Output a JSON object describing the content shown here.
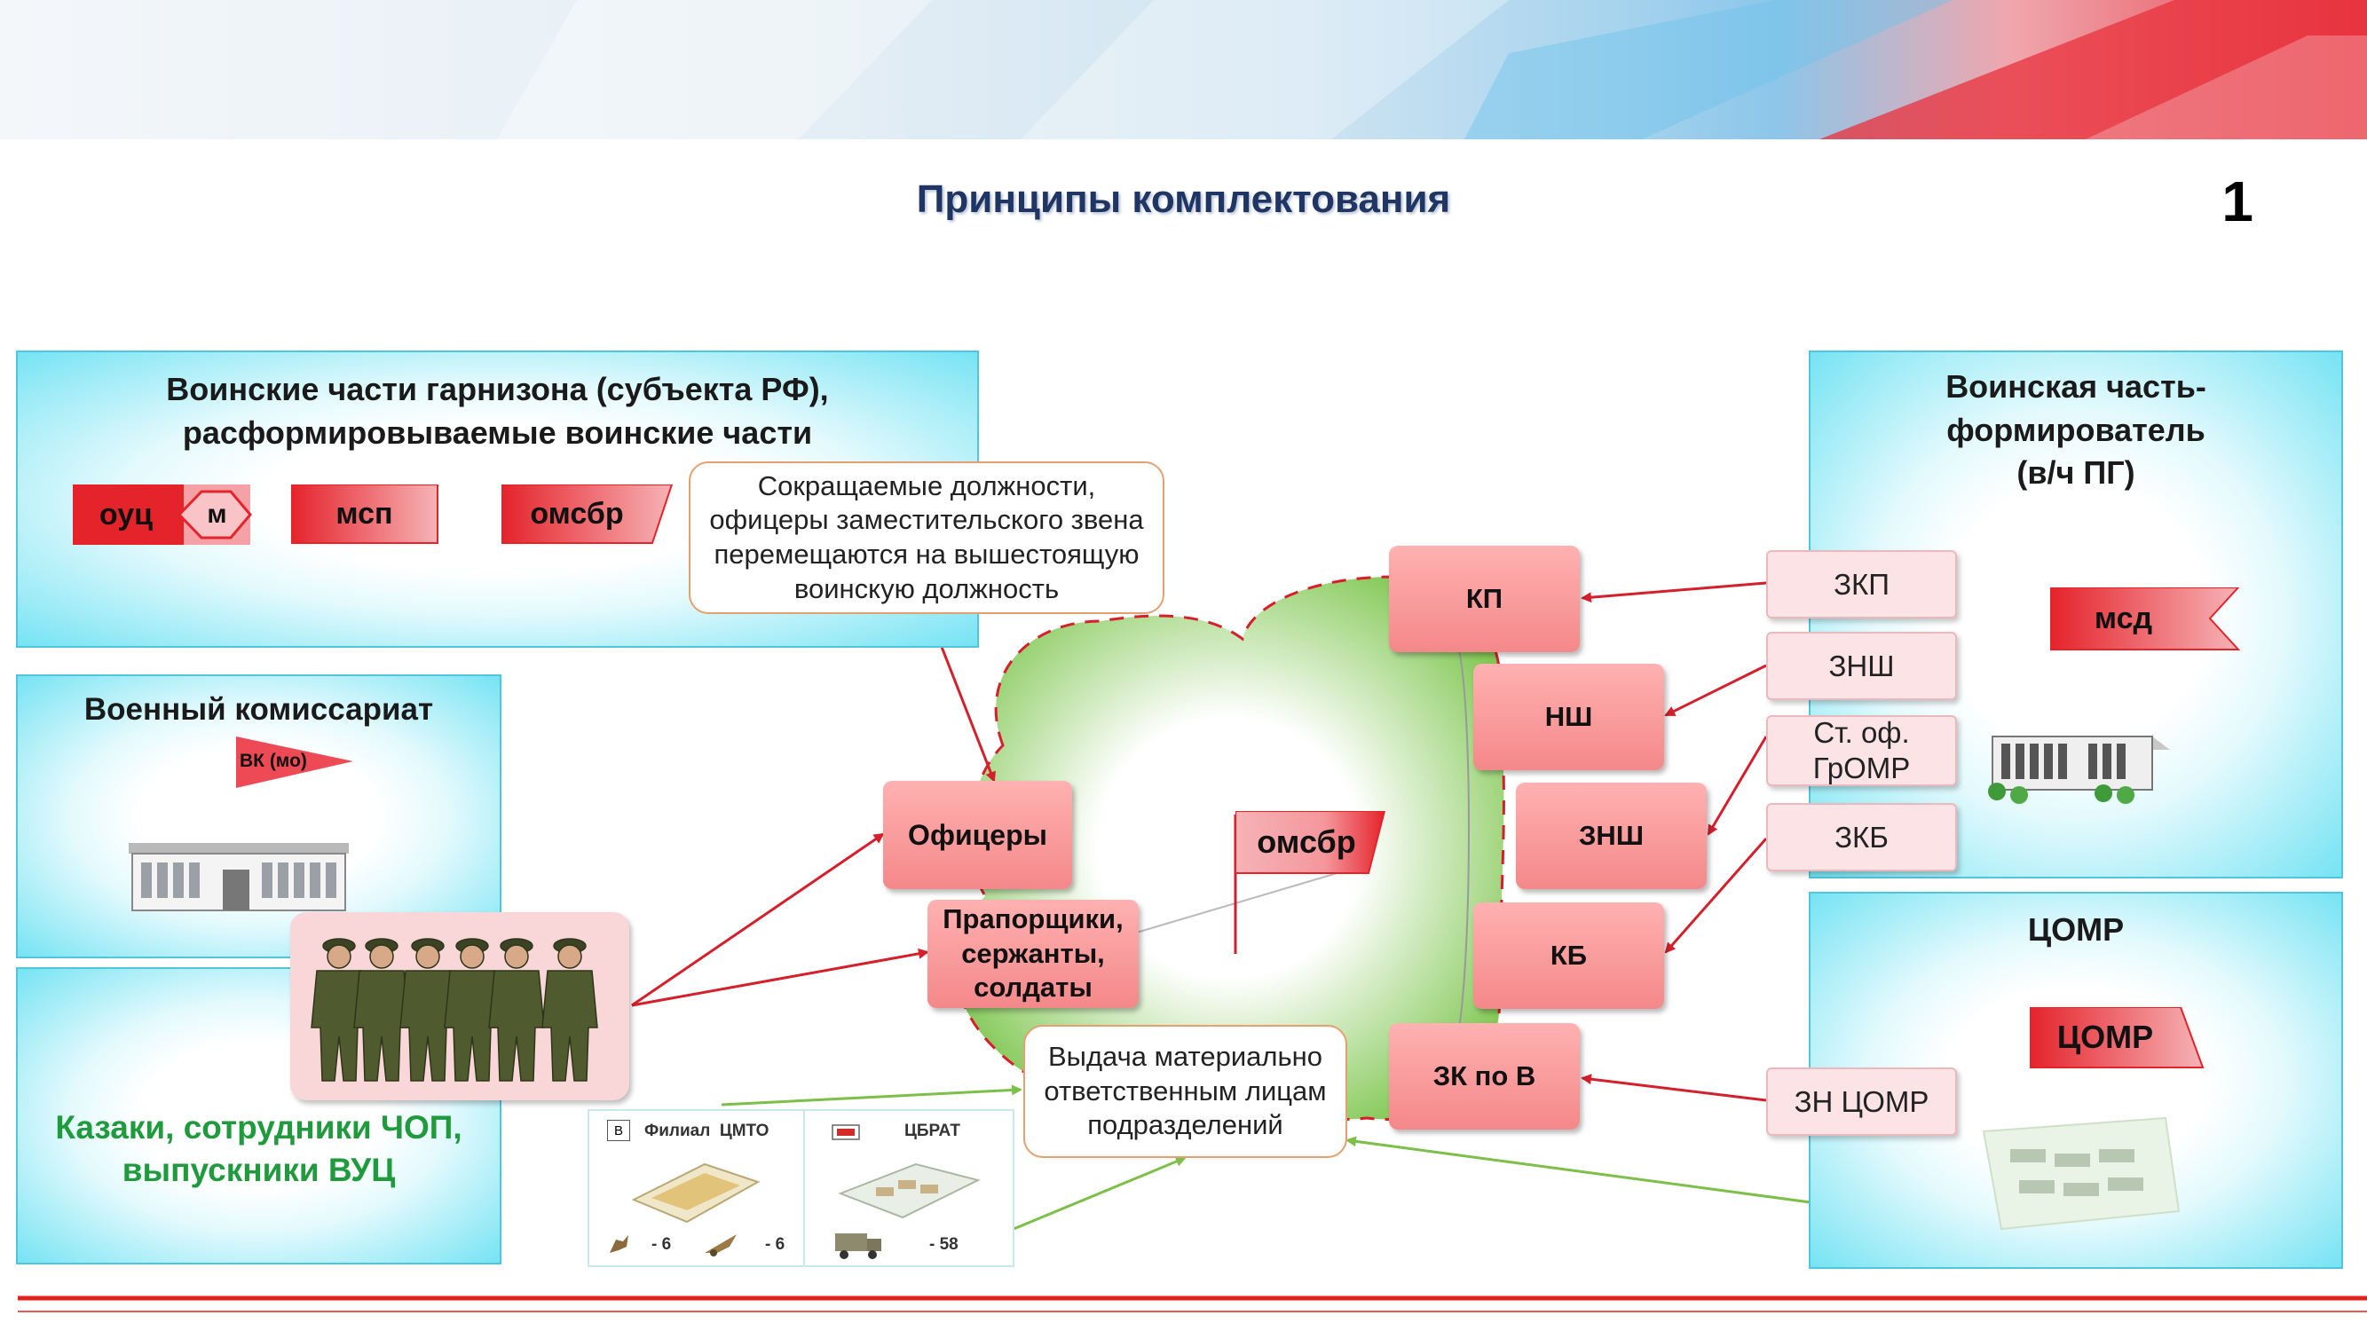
{
  "header": {
    "title": "Принципы комплектования",
    "page_number": "1"
  },
  "garrison": {
    "title_line1": "Воинские части гарнизона (субъекта РФ),",
    "title_line2": "расформировываемые воинские части",
    "flags": [
      "оуц",
      "м",
      "мсп",
      "омсбр"
    ]
  },
  "commissariat": {
    "title": "Военный комиссариат",
    "flag": "ВК (мо)"
  },
  "cossacks": {
    "line1": "Казаки, сотрудники ЧОП,",
    "line2": "выпускники ВУЦ"
  },
  "former": {
    "title_line1": "Воинская часть-",
    "title_line2": "формирователь",
    "title_line3": "(в/ч ПГ)",
    "flag": "мсд"
  },
  "tsomr": {
    "title": "ЦОМР",
    "flag": "ЦОМР"
  },
  "notes": {
    "reduced_line1": "Сокращаемые должности,",
    "reduced_line2": "офицеры заместительского звена",
    "reduced_line3": "перемещаются на вышестоящую",
    "reduced_line4": "воинскую должность",
    "issue_line1": "Выдача материально",
    "issue_line2": "ответственным лицам",
    "issue_line3": "подразделений"
  },
  "personnel": {
    "officers": "Офицеры",
    "ranks_line1": "Прапорщики,",
    "ranks_line2": "сержанты,",
    "ranks_line3": "солдаты"
  },
  "center_flag": "омсбр",
  "posts": [
    "КП",
    "НШ",
    "ЗНШ",
    "КБ",
    "ЗК по В"
  ],
  "sources": {
    "zkp": "ЗКП",
    "znsh": "ЗНШ",
    "st_of_line1": "Ст. оф.",
    "st_of_line2": "ГрОМР",
    "zkb": "ЗКБ",
    "zn_tsomr": "ЗН ЦОМР"
  },
  "depots": [
    {
      "badge": "В",
      "name": "Филиал  ЦМТО",
      "count1": "- 6",
      "count2": "- 6"
    },
    {
      "badge": "",
      "name": "ЦБРАТ",
      "count1": "- 58"
    }
  ],
  "colors": {
    "accent_red": "#e32119",
    "flag_red": "#e5232b",
    "title_blue": "#1f3563",
    "green_text": "#1f9a3c",
    "panel_cyan": "#76e3f3"
  }
}
